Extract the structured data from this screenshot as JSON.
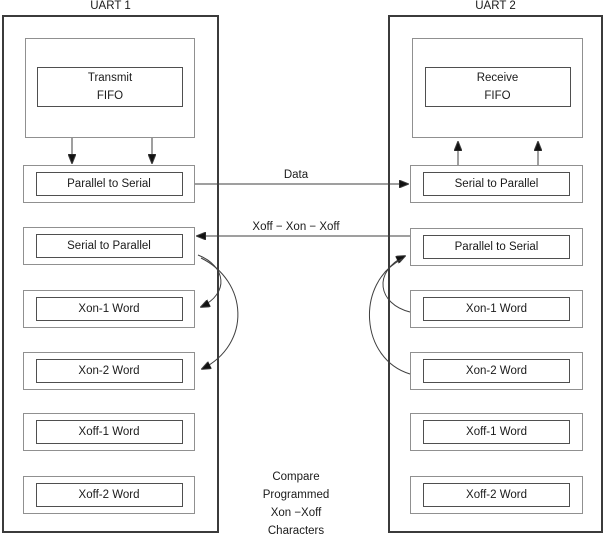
{
  "uart1": {
    "title": "UART 1",
    "fifo": {
      "line1": "Transmit",
      "line2": "FIFO"
    },
    "rows": [
      "Parallel to Serial",
      "Serial to Parallel",
      "Xon-1 Word",
      "Xon-2 Word",
      "Xoff-1 Word",
      "Xoff-2 Word"
    ]
  },
  "uart2": {
    "title": "UART 2",
    "fifo": {
      "line1": "Receive",
      "line2": "FIFO"
    },
    "rows": [
      "Serial to Parallel",
      "Parallel to Serial",
      "Xon-1 Word",
      "Xon-2 Word",
      "Xoff-1 Word",
      "Xoff-2 Word"
    ]
  },
  "labels": {
    "data": "Data",
    "flow_control": "Xoff  − Xon  − Xoff",
    "compare": [
      "Compare",
      "Programmed",
      "Xon −Xoff",
      "Characters"
    ]
  },
  "colors": {
    "outer_border": "#3b3b3b",
    "container_border": "#909090",
    "inner_border": "#4f4f4f",
    "line": "#3f3f3f",
    "text": "#1a1a1a"
  }
}
